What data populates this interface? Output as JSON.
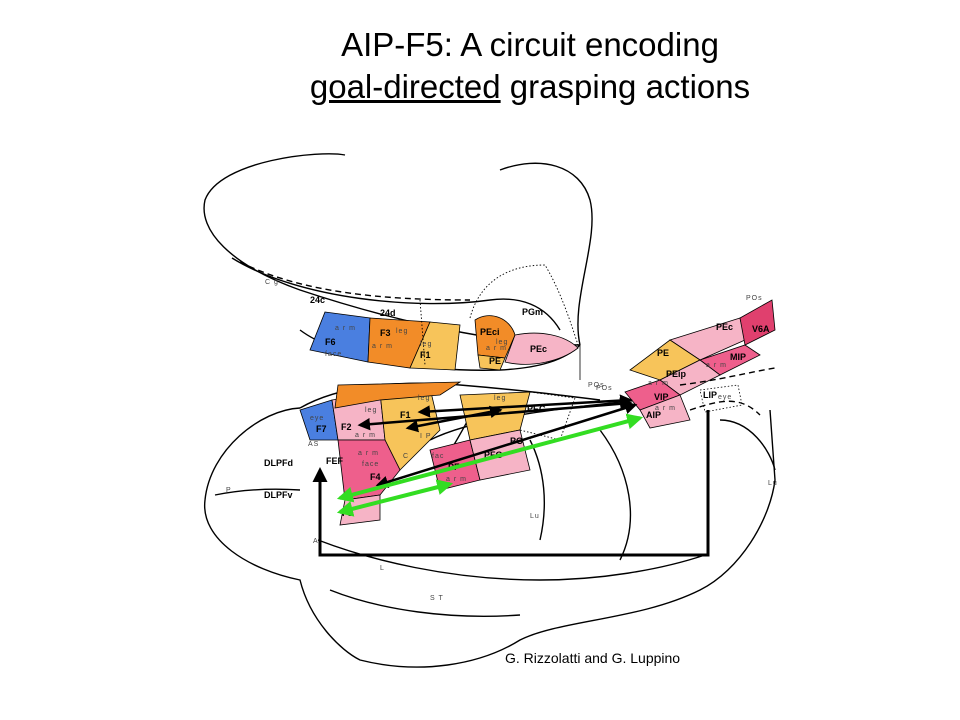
{
  "title": {
    "line1": "AIP-F5: A circuit encoding",
    "line2_underlined": "goal-directed",
    "line2_rest": " grasping actions"
  },
  "credit": "G. Rizzolatti and G. Luppino",
  "colors": {
    "arm_orange": "#f28c28",
    "leg_yellow": "#f7c45a",
    "face_blue": "#4a7fe0",
    "pink_light": "#f6b4c6",
    "pink_mid": "#ee5f8c",
    "pink_dark": "#e0406e",
    "arrow_black": "#000000",
    "arrow_green": "#33dd22"
  },
  "medial_labels": {
    "cg": "C g",
    "a24c": "24c",
    "a24d": "24d",
    "pgm": "PGm",
    "f6": "F6",
    "f3": "F3",
    "f1": "F1",
    "peci": "PEci",
    "pe": "PE",
    "pec": "PEc",
    "arm1": "a r m",
    "arm2": "a r m",
    "face": "face",
    "leg1": "leg",
    "leg2": "leg",
    "leg_pe": "leg",
    "arm_pe": "a r m",
    "pos": "POs"
  },
  "lateral_labels": {
    "f7": "F7",
    "f2": "F2",
    "f1": "F1",
    "f4": "F4",
    "f5": "F5",
    "fef": "FEF",
    "dlpfd": "DLPFd",
    "dlpfv": "DLPFv",
    "pe": "PE",
    "pec": "PEC",
    "pf": "PF",
    "pfg": "PFG",
    "pg": "PG",
    "eye": "eye",
    "leg1": "leg",
    "leg2": "leg",
    "leg3": "leg",
    "arm1": "a r m",
    "arm2": "a r m",
    "arm3": "a r m",
    "face1": "face",
    "face2": "fac",
    "as": "AS",
    "ip": "I P",
    "c": "C",
    "p": "P",
    "ai": "A",
    "l": "L",
    "st": "S T",
    "lu": "Lu",
    "pos": "POs",
    "a_letters": "a r m"
  },
  "parietal_labels": {
    "pos": "POs",
    "pec": "PEc",
    "v6a": "V6A",
    "pe": "PE",
    "mip": "MIP",
    "peip": "PEip",
    "vip": "VIP",
    "aip": "AIP",
    "lip": "LIP",
    "arm1": "a r m",
    "arm2": "a r m",
    "arm3": "a r m",
    "eye": "eye",
    "lu": "Lu"
  }
}
